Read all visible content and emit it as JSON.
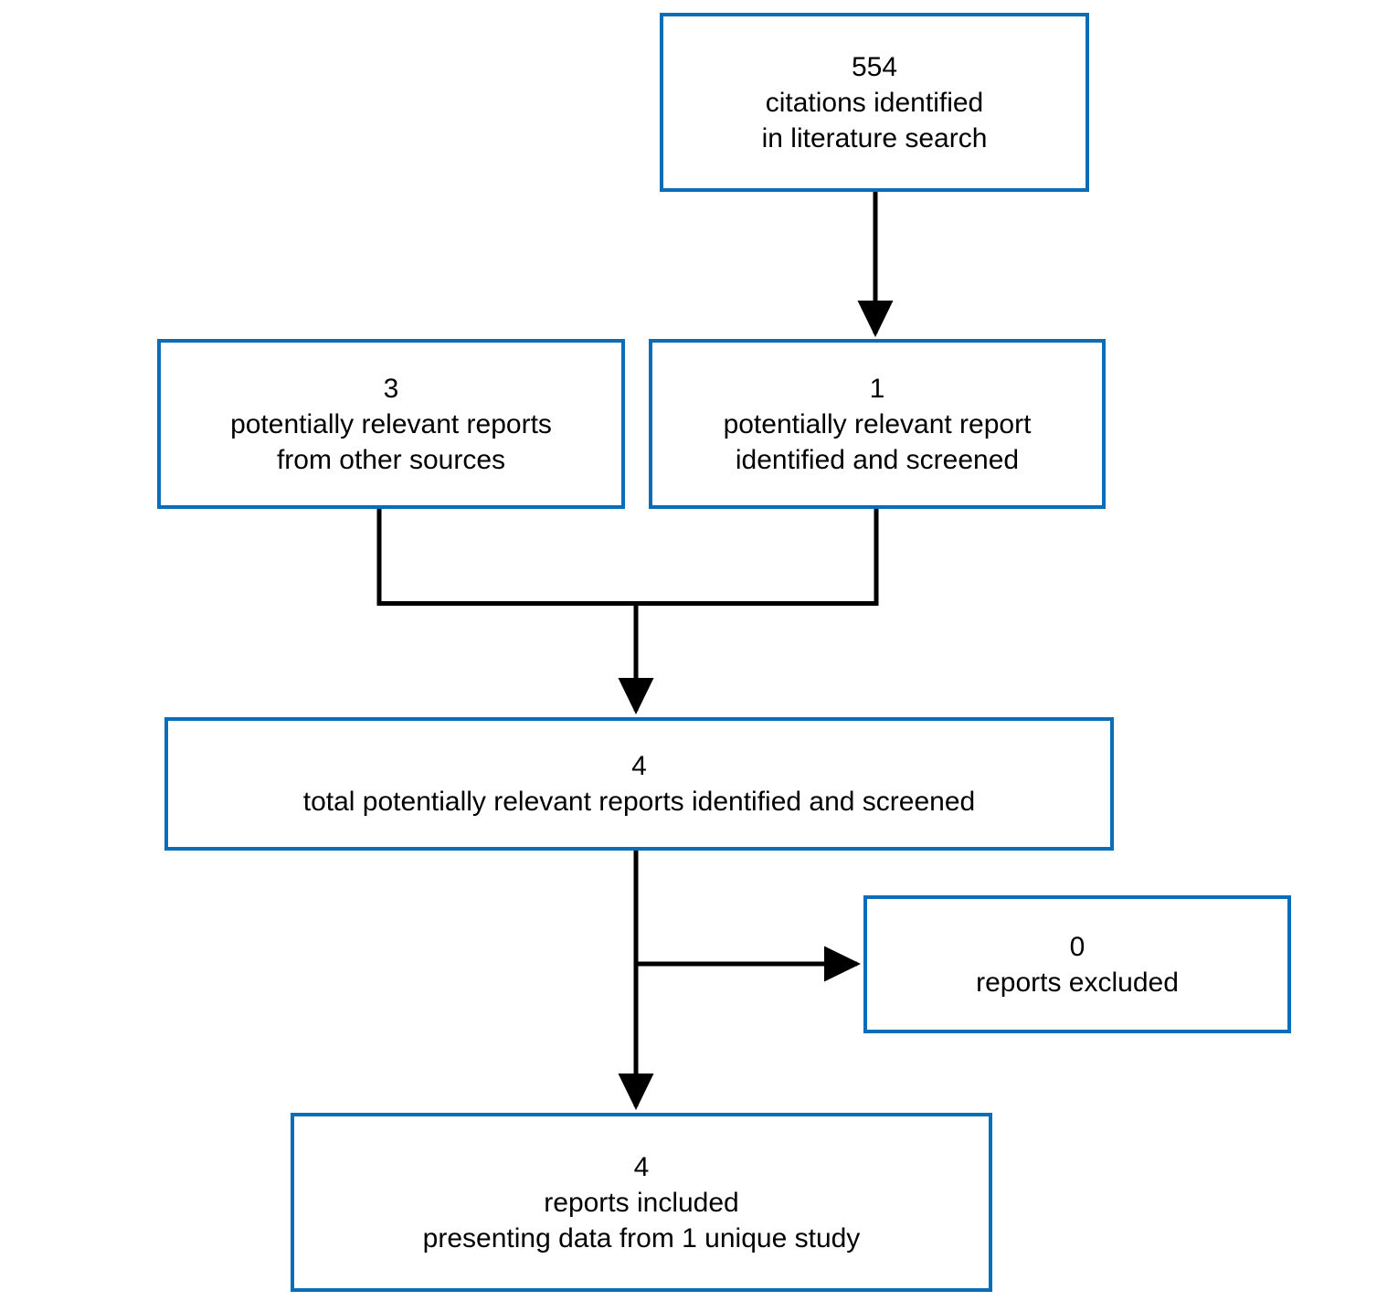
{
  "diagram": {
    "type": "study-selection-flow",
    "accent_color": "#0b6cb8",
    "line_color": "#000000",
    "background_color": "#ffffff",
    "boxes": {
      "identified": {
        "count": "554",
        "line1": "citations identified",
        "line2": "in literature search"
      },
      "other_sources": {
        "count": "3",
        "line1": "potentially relevant reports",
        "line2": "from other sources"
      },
      "screened": {
        "count": "1",
        "line1": "potentially relevant report",
        "line2": "identified and screened"
      },
      "total_screened": {
        "count": "4",
        "line1": "total potentially relevant reports identified and screened"
      },
      "excluded": {
        "count": "0",
        "line1": "reports excluded"
      },
      "included": {
        "count": "4",
        "line1": "reports included",
        "line2": "presenting data from 1 unique study"
      }
    }
  }
}
